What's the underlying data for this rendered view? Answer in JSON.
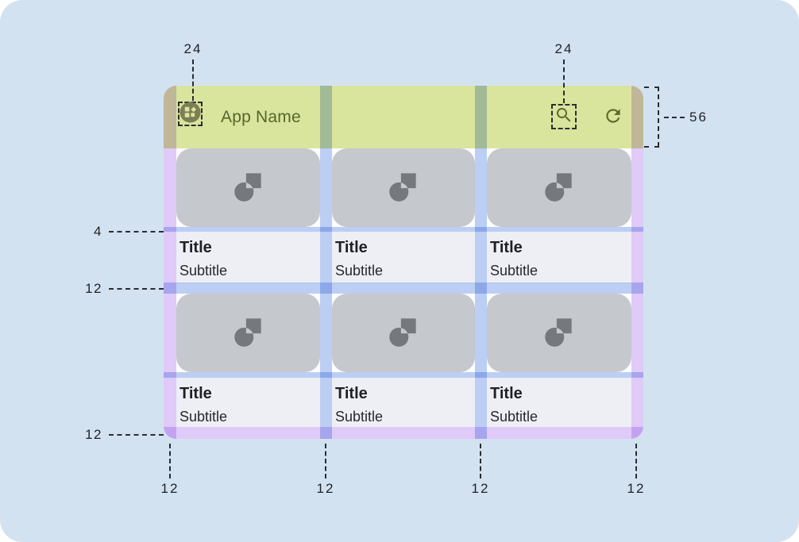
{
  "header": {
    "app_name": "App Name",
    "icons": {
      "leading": "app-logo-icon",
      "search": "search-icon",
      "refresh": "refresh-icon"
    }
  },
  "cards": [
    {
      "title": "Title",
      "subtitle": "Subtitle",
      "image_icon": "image-placeholder-icon"
    },
    {
      "title": "Title",
      "subtitle": "Subtitle",
      "image_icon": "image-placeholder-icon"
    },
    {
      "title": "Title",
      "subtitle": "Subtitle",
      "image_icon": "image-placeholder-icon"
    },
    {
      "title": "Title",
      "subtitle": "Subtitle",
      "image_icon": "image-placeholder-icon"
    },
    {
      "title": "Title",
      "subtitle": "Subtitle",
      "image_icon": "image-placeholder-icon"
    },
    {
      "title": "Title",
      "subtitle": "Subtitle",
      "image_icon": "image-placeholder-icon"
    }
  ],
  "annotations": {
    "appbar_leading_icon_size": "24",
    "appbar_trailing_icon_size": "24",
    "appbar_height": "56",
    "image_text_gap": "4",
    "row_gutter": "12",
    "bottom_margin": "12",
    "bottom_labels": [
      "12",
      "12",
      "12",
      "12"
    ]
  },
  "colors": {
    "page_background": "#d3e2f1",
    "card_background": "#fcfdff",
    "appbar_overlay_green": "#d9e49c",
    "appbar_foreground": "#57662c",
    "margin_overlay_purple": "#e2ccf8",
    "gutter_overlay_blue": "#bed0f4",
    "tile_placeholder_gray": "#c5c8cc",
    "tile_icon_gray": "#75787d",
    "text_block_background": "#edeff4",
    "annotation_text": "#1f2226"
  }
}
